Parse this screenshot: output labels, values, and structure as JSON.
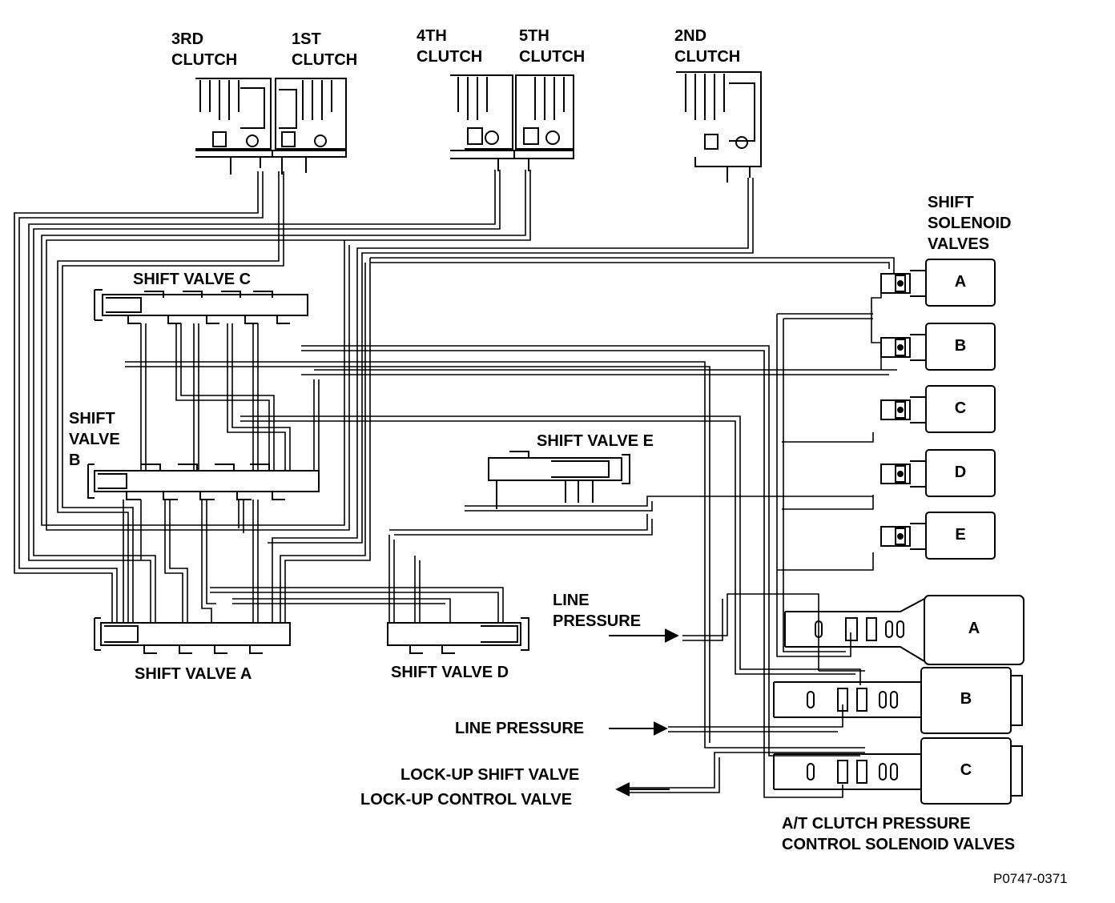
{
  "clutches": {
    "third": [
      "3RD",
      "CLUTCH"
    ],
    "first": [
      "1ST",
      "CLUTCH"
    ],
    "fourth": [
      "4TH",
      "CLUTCH"
    ],
    "fifth": [
      "5TH",
      "CLUTCH"
    ],
    "second": [
      "2ND",
      "CLUTCH"
    ]
  },
  "shift_valves": {
    "a": "SHIFT VALVE A",
    "b": [
      "SHIFT",
      "VALVE",
      "B"
    ],
    "c": "SHIFT VALVE C",
    "d": "SHIFT VALVE D",
    "e": "SHIFT VALVE E"
  },
  "shift_solenoids": {
    "title": [
      "SHIFT",
      "SOLENOID",
      "VALVES"
    ],
    "letters": [
      "A",
      "B",
      "C",
      "D",
      "E"
    ]
  },
  "pressure_solenoids": {
    "title": [
      "A/T CLUTCH PRESSURE",
      "CONTROL SOLENOID VALVES"
    ],
    "letters": [
      "A",
      "B",
      "C"
    ]
  },
  "flows": {
    "line_pressure_1": [
      "LINE",
      "PRESSURE"
    ],
    "line_pressure_2": "LINE PRESSURE",
    "lockup_shift": "LOCK-UP SHIFT VALVE",
    "lockup_control": "LOCK-UP CONTROL VALVE"
  },
  "figure_id": "P0747-0371"
}
